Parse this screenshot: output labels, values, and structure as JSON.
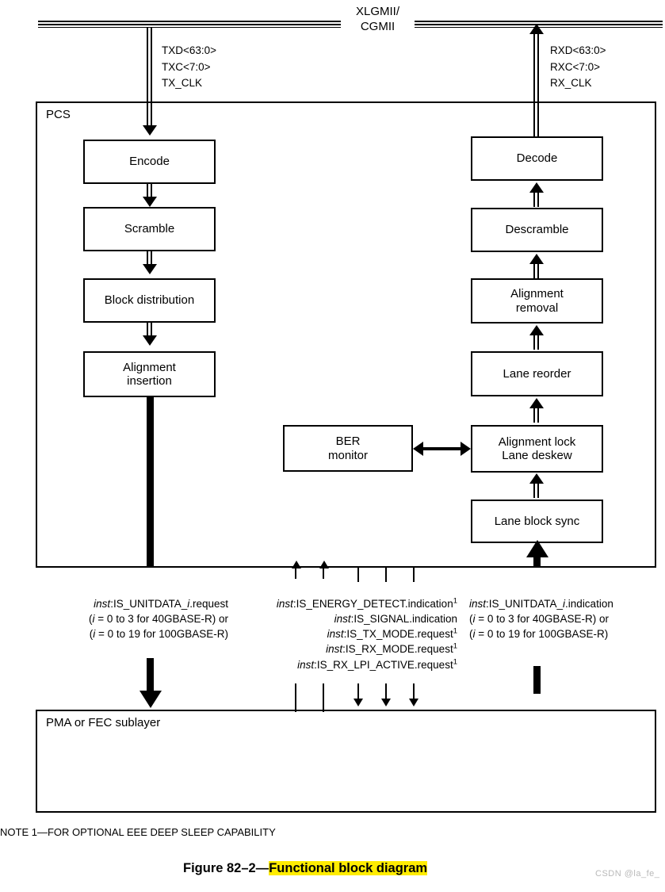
{
  "figure": {
    "interface_name": "XLGMII/\nCGMII",
    "caption_prefix": "Figure 82–2—",
    "caption_highlight": "Functional block diagram",
    "note": "NOTE 1—FOR OPTIONAL EEE DEEP SLEEP CAPABILITY",
    "watermark": "CSDN @la_fe_",
    "highlight_color": "#ffec00"
  },
  "bus_labels": {
    "tx": "TXD<63:0>\nTXC<7:0>\nTX_CLK",
    "rx": "RXD<63:0>\nRXC<7:0>\nRX_CLK"
  },
  "layers": {
    "pcs": "PCS",
    "pma": "PMA or FEC sublayer"
  },
  "tx_blocks": [
    {
      "label": "Encode"
    },
    {
      "label": "Scramble"
    },
    {
      "label": "Block distribution"
    },
    {
      "label": "Alignment\ninsertion"
    }
  ],
  "rx_blocks": [
    {
      "label": "Decode"
    },
    {
      "label": "Descramble"
    },
    {
      "label": "Alignment\nremoval"
    },
    {
      "label": "Lane reorder"
    },
    {
      "label": "Alignment lock\nLane deskew"
    },
    {
      "label": "Lane block sync"
    }
  ],
  "aux_blocks": [
    {
      "label": "BER\nmonitor"
    }
  ],
  "service_primitives": {
    "tx_unitdata": {
      "line1_italic": "inst",
      "line1_rest": ":IS_UNITDATA_",
      "line1_italic2": "i",
      "line1_tail": ".request",
      "line2": "(i = 0 to 3 for 40GBASE-R) or",
      "line3": "(i = 0 to 19 for 100GBASE-R)"
    },
    "rx_unitdata": {
      "line1_italic": "inst",
      "line1_rest": ":IS_UNITDATA_",
      "line1_italic2": "i",
      "line1_tail": ".indication",
      "line2": "(i = 0 to 3 for 40GBASE-R) or",
      "line3": "(i = 0 to 19 for 100GBASE-R)"
    },
    "control": [
      {
        "prefix": "inst",
        "name": ":IS_ENERGY_DETECT.indication",
        "note": "1"
      },
      {
        "prefix": "inst",
        "name": ":IS_SIGNAL.indication",
        "note": ""
      },
      {
        "prefix": "inst",
        "name": ":IS_TX_MODE.request",
        "note": "1"
      },
      {
        "prefix": "inst",
        "name": ":IS_RX_MODE.request",
        "note": "1"
      },
      {
        "prefix": "inst",
        "name": ":IS_RX_LPI_ACTIVE.request",
        "note": "1"
      }
    ]
  }
}
